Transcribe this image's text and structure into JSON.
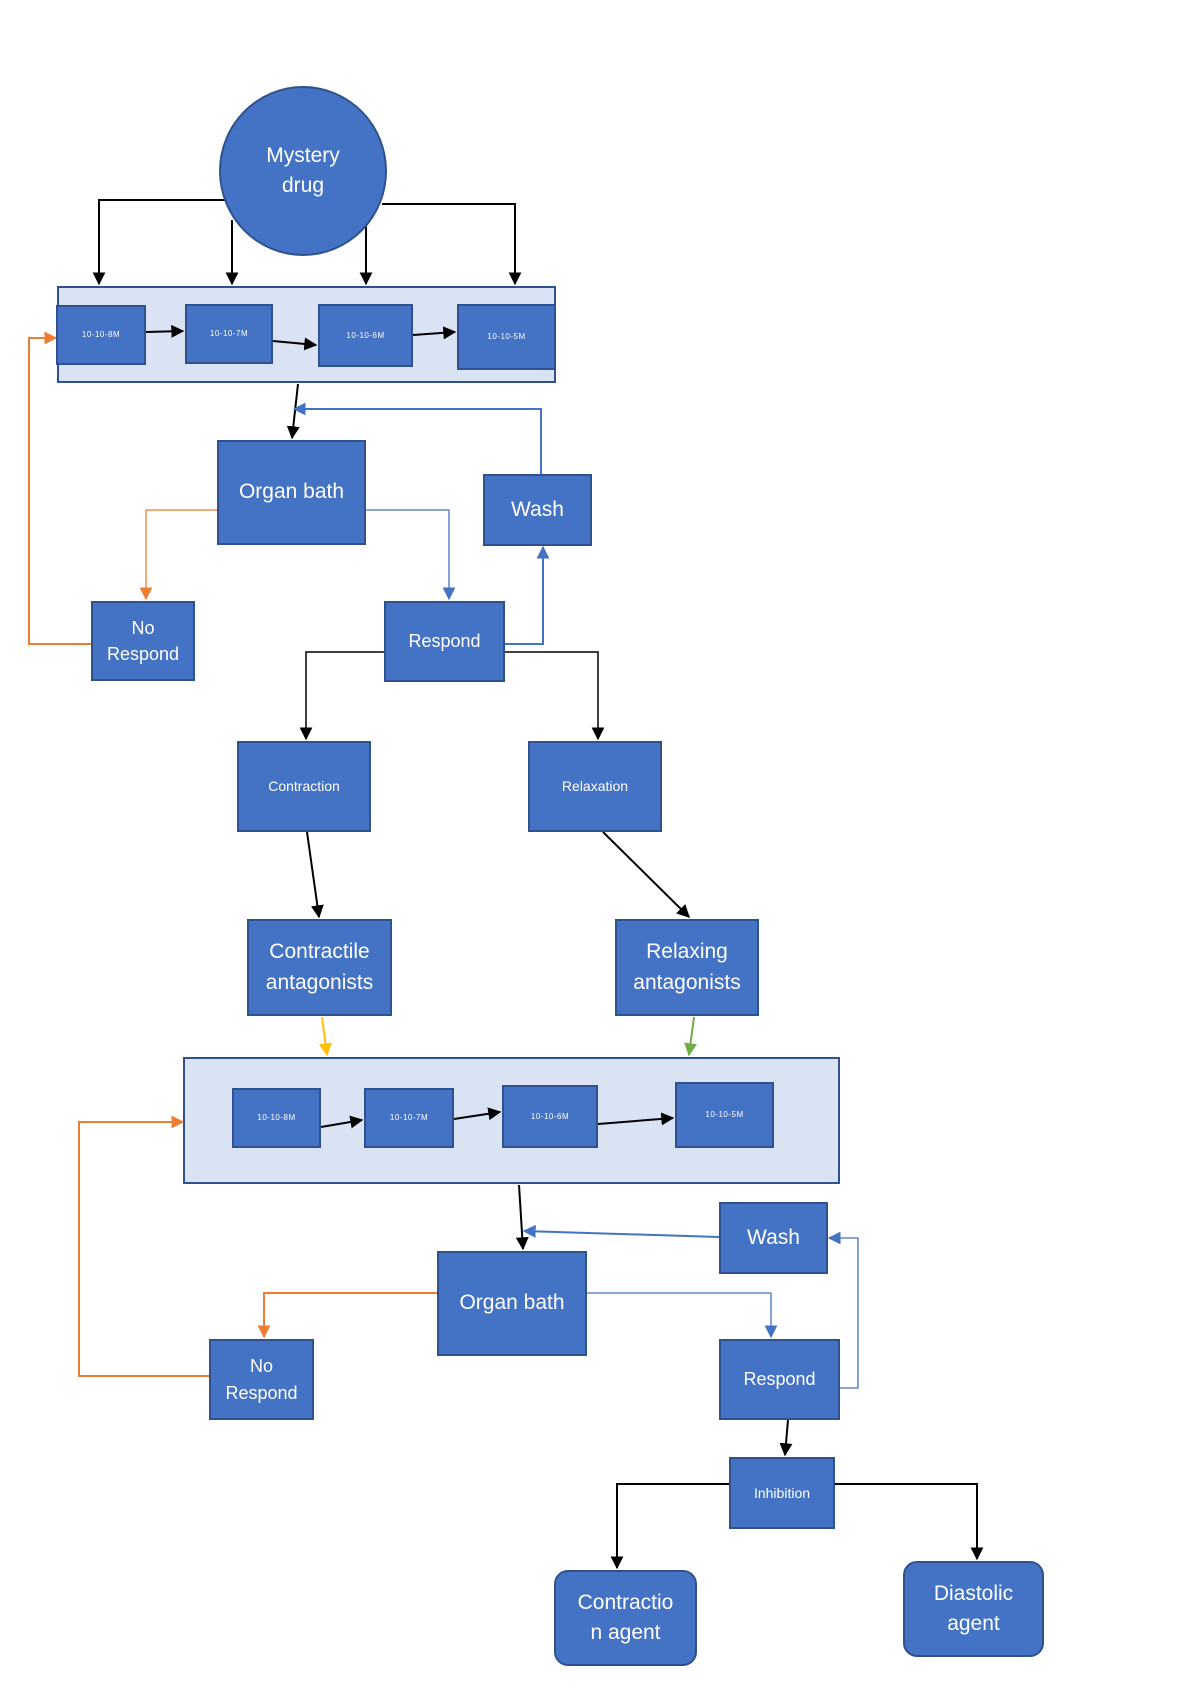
{
  "colors": {
    "node_fill": "#4472c4",
    "node_border": "#2f528f",
    "group_fill": "#dae3f3",
    "arrow_black": "#000000",
    "arrow_blue": "#4472c4",
    "arrow_orange": "#ed7d31",
    "arrow_yellow": "#ffc000",
    "arrow_green": "#70ad47"
  },
  "nodes": {
    "mystery_drug": "Mystery\ndrug",
    "top_conc_1": "10-10-8M",
    "top_conc_2": "10-10-7M",
    "top_conc_3": "10-10-6M",
    "top_conc_4": "10-10-5M",
    "organ_bath_1": "Organ bath",
    "wash_1": "Wash",
    "no_respond_1": "No\nRespond",
    "respond_1": "Respond",
    "contraction": "Contraction",
    "relaxation": "Relaxation",
    "contractile_antagonists": "Contractile\nantagonists",
    "relaxing_antagonists": "Relaxing\nantagonists",
    "bottom_conc_1": "10-10-8M",
    "bottom_conc_2": "10-10-7M",
    "bottom_conc_3": "10-10-6M",
    "bottom_conc_4": "10-10-5M",
    "wash_2": "Wash",
    "organ_bath_2": "Organ bath",
    "no_respond_2": "No\nRespond",
    "respond_2": "Respond",
    "inhibition": "Inhibition",
    "contraction_agent": "Contractio\nn agent",
    "diastolic_agent": "Diastolic\nagent"
  }
}
